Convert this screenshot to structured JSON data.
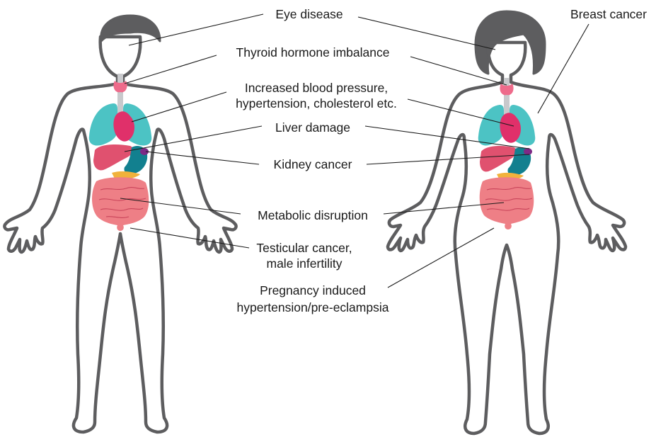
{
  "colors": {
    "body_outline": "#5d5d5f",
    "lungs": "#4cc3c4",
    "heart": "#e0306a",
    "thyroid": "#ee6b8b",
    "liver": "#e0516f",
    "stomach": "#12808f",
    "kidney": "#7d2a86",
    "pancreas": "#f1b23c",
    "intestines": "#ee7f86",
    "trachea": "#c8c9cc",
    "label_text": "#1a1a1a"
  },
  "figures": {
    "male": "male-body-outline",
    "female": "female-body-outline"
  },
  "labels": {
    "eye_disease": "Eye disease",
    "breast_cancer": "Breast cancer",
    "thyroid": "Thyroid hormone imbalance",
    "blood_pressure_line1": "Increased blood pressure,",
    "blood_pressure_line2": "hypertension, cholesterol etc.",
    "liver": "Liver damage",
    "kidney": "Kidney cancer",
    "metabolic": "Metabolic disruption",
    "testicular_line1": "Testicular cancer,",
    "testicular_line2": "male infertility",
    "pregnancy_line1": "Pregnancy induced",
    "pregnancy_line2": "hypertension/pre-eclampsia"
  }
}
